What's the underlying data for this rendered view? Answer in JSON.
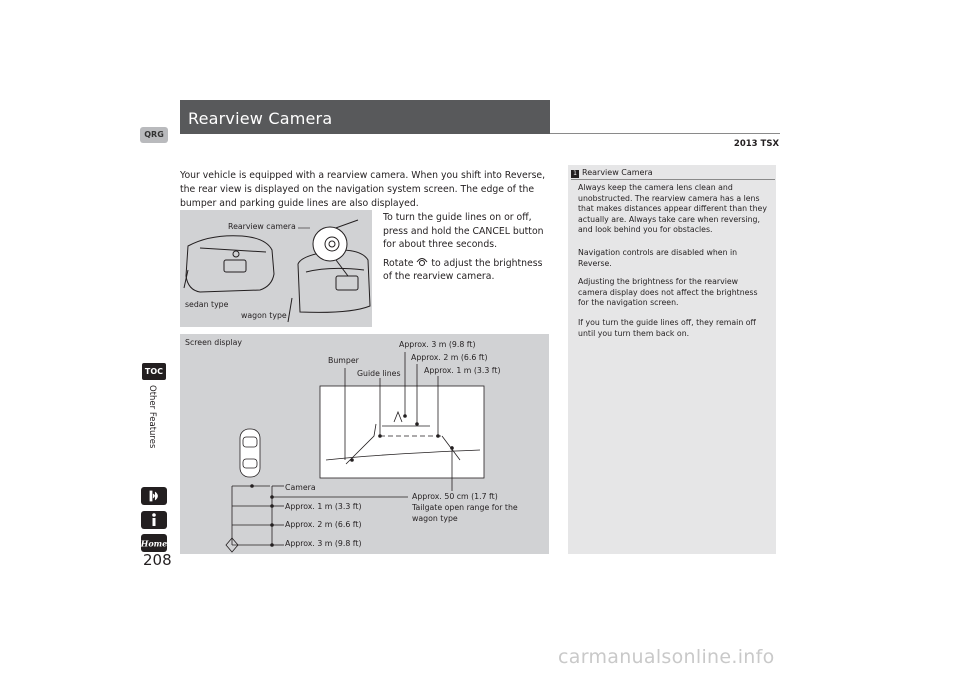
{
  "header": {
    "title": "Rearview Camera",
    "model": "2013 TSX",
    "qrg_label": "QRG"
  },
  "body": {
    "intro": "Your vehicle is equipped with a rearview camera. When you shift into Reverse, the rear view is displayed on the navigation system screen. The edge of the bumper and parking guide lines are also displayed.",
    "proc1": "To turn the guide lines on or off, press and hold the CANCEL button for about three seconds.",
    "proc2_pre": "Rotate",
    "proc2_post": "to adjust the brightness of the rearview camera."
  },
  "figure1": {
    "rearview_camera": "Rearview camera",
    "sedan_type": "sedan type",
    "wagon_type": "wagon type"
  },
  "figure2": {
    "screen_display": "Screen display",
    "bumper": "Bumper",
    "guide_lines": "Guide lines",
    "approx_3m_top": "Approx. 3 m (9.8 ft)",
    "approx_2m_top": "Approx. 2 m (6.6 ft)",
    "approx_1m_top": "Approx. 1 m (3.3 ft)",
    "camera": "Camera",
    "approx_1m": "Approx. 1 m (3.3 ft)",
    "approx_2m": "Approx. 2 m (6.6 ft)",
    "approx_3m": "Approx. 3 m (9.8 ft)",
    "approx_50cm": "Approx. 50 cm (1.7 ft)",
    "tailgate_1": "Tailgate open range for the",
    "tailgate_2": "wagon type"
  },
  "sidebar": {
    "marker": "1",
    "heading": "Rearview Camera",
    "p1": "Always keep the camera lens clean and unobstructed. The rearview camera has a lens that makes distances appear different than they actually are. Always take care when reversing, and look behind you for obstacles.",
    "p2": "Navigation controls are disabled when in Reverse.",
    "p3": "Adjusting the brightness for the rearview camera display does not affect the brightness for the navigation screen.",
    "p4": "If you turn the guide lines off, they remain off until you turn them back on."
  },
  "nav": {
    "toc_label": "TOC",
    "section": "Other Features",
    "home_label": "Home"
  },
  "page_number": "208",
  "watermark": "carmanualsonline.info"
}
